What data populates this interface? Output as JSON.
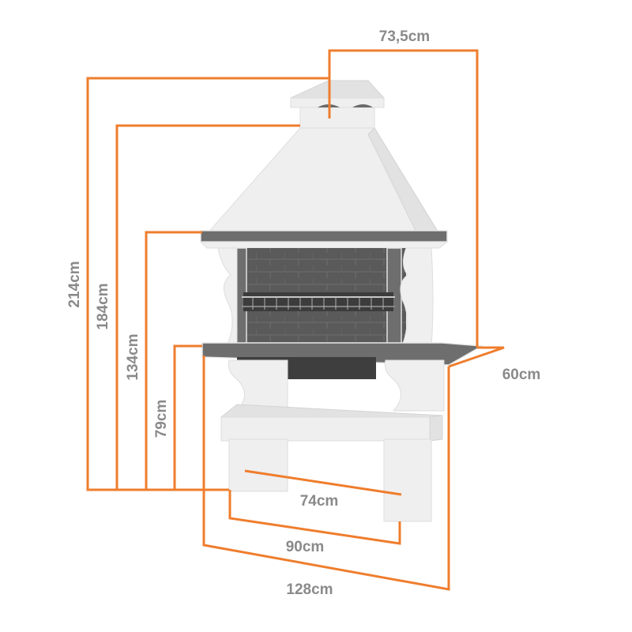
{
  "diagram": {
    "dimensions": {
      "chimney_width": "73,5cm",
      "total_height": "214cm",
      "hood_height": "184cm",
      "top_counter_height": "134cm",
      "worktop_height": "79cm",
      "depth": "60cm",
      "inner_width": "74cm",
      "base_width": "90cm",
      "total_width": "128cm"
    },
    "colors": {
      "dimension_lines": "#ef7d2d",
      "labels": "#8a8a8a",
      "stone": "#efefef",
      "brick": "#6e6e6e"
    }
  }
}
